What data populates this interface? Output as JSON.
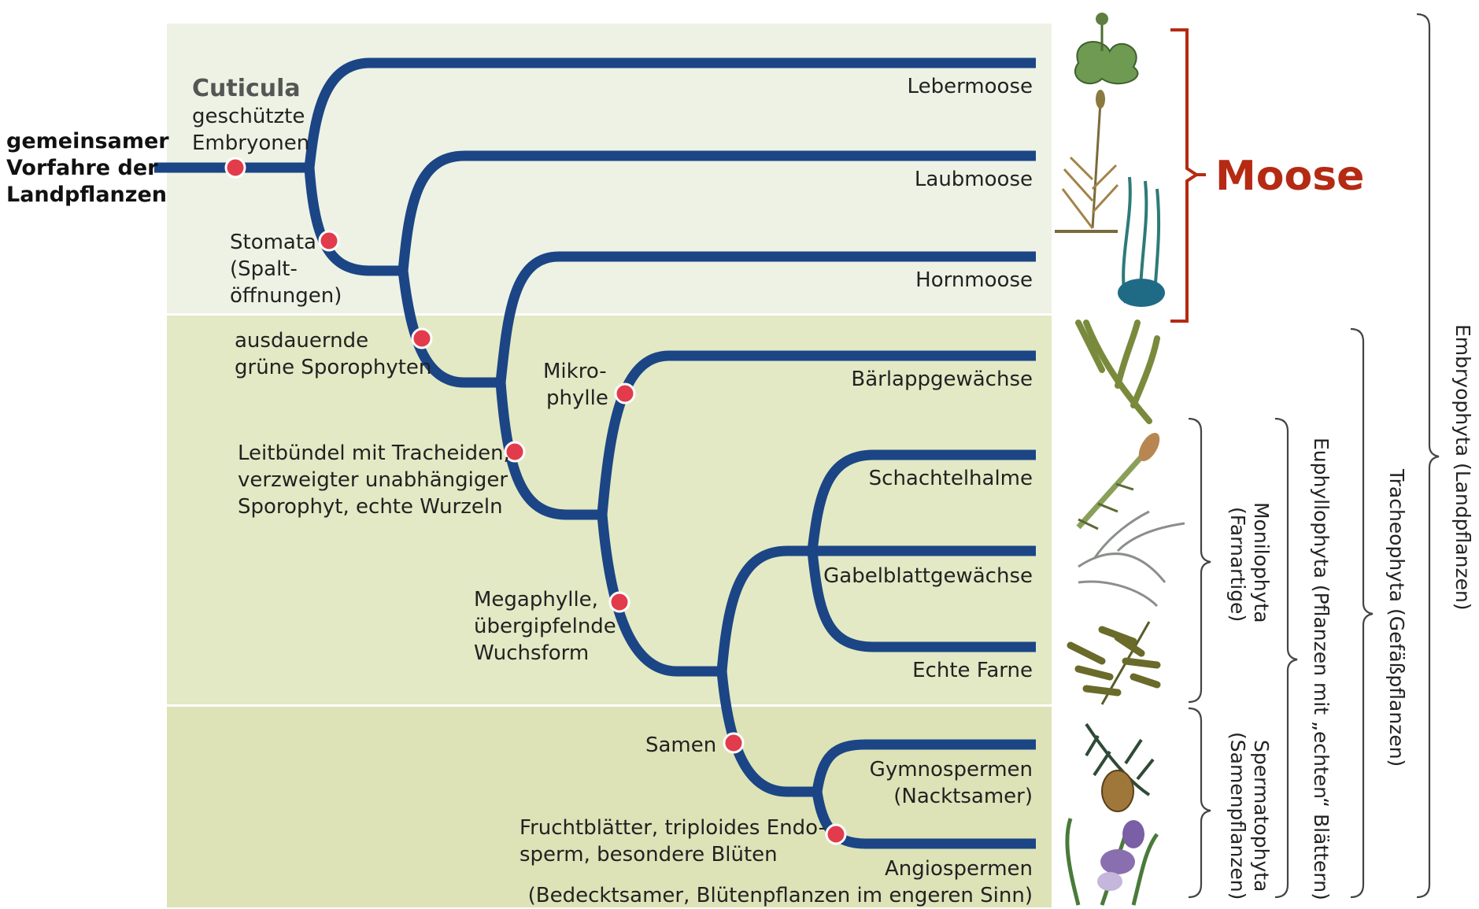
{
  "root": {
    "line1": "gemeinsamer",
    "line2": "Vorfahre der",
    "line3": "Landpflanzen"
  },
  "taxa": {
    "lebermoose": "Lebermoose",
    "laubmoose": "Laubmoose",
    "hornmoose": "Hornmoose",
    "baerlapp": "Bärlappgewächse",
    "schachtelhalme": "Schachtelhalme",
    "gabelblatt": "Gabelblattgewächse",
    "farne": "Echte Farne",
    "gymno1": "Gymnospermen",
    "gymno2": "(Nacktsamer)",
    "angio1": "Angiospermen",
    "angio2": "(Bedecktsamer, Blütenpflanzen im engeren Sinn)"
  },
  "traits": {
    "cuticula": "Cuticula",
    "embryo1": "geschützte",
    "embryo2": "Embryonen",
    "stomata1": "Stomata",
    "stomata2": "(Spalt-",
    "stomata3": "öffnungen)",
    "sporo1": "ausdauernde",
    "sporo2": "grüne Sporophyten",
    "mikro1": "Mikro-",
    "mikro2": "phylle",
    "leit1": "Leitbündel mit Tracheiden,",
    "leit2": "verzweigter unabhängiger",
    "leit3": "Sporophyt, echte Wurzeln",
    "mega1": "Megaphylle,",
    "mega2": "übergipfelnde",
    "mega3": "Wuchsform",
    "samen": "Samen",
    "frucht1": "Fruchtblätter, triploides Endo-",
    "frucht2": "sperm, besondere Blüten"
  },
  "groups": {
    "moose": "Moose",
    "moniloA": "Monilophyta",
    "moniloB": "(Farnartige)",
    "spermaA": "Spermatophyta",
    "spermaB": "(Samenpflanzen)",
    "euphyllo": "Euphyllophyta (Pflanzen mit „echten“ Blättern)",
    "tracheo": "Tracheophyta (Gefäßpflanzen)",
    "embryo": "Embryophyta (Landpflanzen)"
  },
  "colors": {
    "branch": "#1b4585",
    "event_dot": "#e23b4b",
    "band_top": "#eef2e4",
    "band_mid": "#e3e9c4",
    "band_bottom": "#dde3b7",
    "moose_accent": "#b52a12"
  },
  "icons": {
    "lebermoose": "liverwort-plant-icon",
    "laubmoose": "moss-plant-icon",
    "hornmoose": "hornwort-plant-icon",
    "baerlapp": "clubmoss-plant-icon",
    "schachtelhalme": "horsetail-plant-icon",
    "gabelblatt": "whisk-fern-plant-icon",
    "farne": "fern-frond-icon",
    "gymno": "pine-cone-icon",
    "angio": "iris-flower-icon"
  }
}
